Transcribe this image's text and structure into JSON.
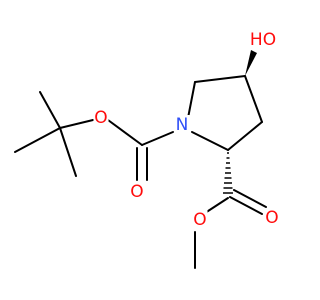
{
  "colors": {
    "bond": "#000000",
    "oxygen": "#ff0d0d",
    "nitrogen": "#3050f8"
  },
  "atoms": [
    {
      "id": "OH",
      "label": "HO",
      "element": "O"
    },
    {
      "id": "O1",
      "label": "O",
      "element": "O"
    },
    {
      "id": "N1",
      "label": "N",
      "element": "N"
    },
    {
      "id": "O2",
      "label": "O",
      "element": "O"
    },
    {
      "id": "O3",
      "label": "O",
      "element": "O"
    },
    {
      "id": "O4",
      "label": "O",
      "element": "O"
    }
  ]
}
